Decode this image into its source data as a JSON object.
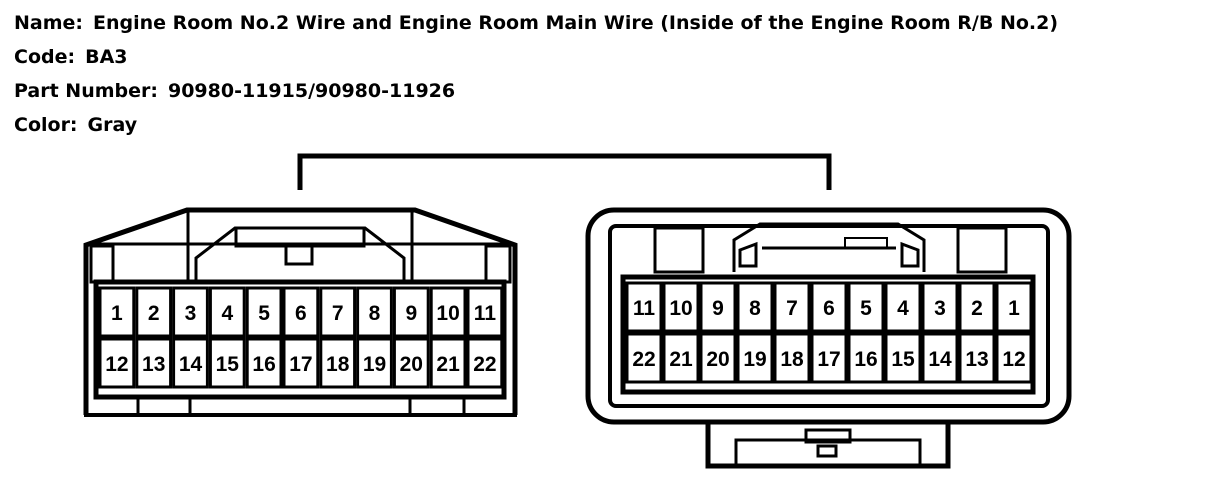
{
  "info": {
    "name_label": "Name:",
    "name_value": "Engine Room No.2 Wire and Engine Room Main Wire (Inside of the Engine Room R/B No.2)",
    "code_label": "Code:",
    "code_value": "BA3",
    "part_label": "Part Number:",
    "part_value": "90980-11915/90980-11926",
    "color_label": "Color:",
    "color_value": "Gray"
  },
  "connectors": {
    "left": {
      "top_row": [
        "1",
        "2",
        "3",
        "4",
        "5",
        "6",
        "7",
        "8",
        "9",
        "10",
        "11"
      ],
      "bottom_row": [
        "12",
        "13",
        "14",
        "15",
        "16",
        "17",
        "18",
        "19",
        "20",
        "21",
        "22"
      ]
    },
    "right": {
      "top_row": [
        "11",
        "10",
        "9",
        "8",
        "7",
        "6",
        "5",
        "4",
        "3",
        "2",
        "1"
      ],
      "bottom_row": [
        "22",
        "21",
        "20",
        "19",
        "18",
        "17",
        "16",
        "15",
        "14",
        "13",
        "12"
      ]
    }
  },
  "colors": {
    "ink": "#000000",
    "paper": "#ffffff"
  }
}
